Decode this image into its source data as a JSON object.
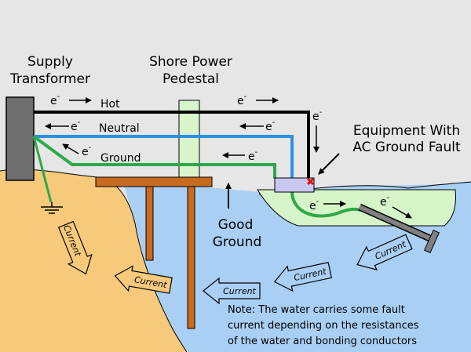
{
  "labels": {
    "supply_line1": "Supply",
    "supply_line2": "Transformer",
    "pedestal_line1": "Shore Power",
    "pedestal_line2": "Pedestal",
    "equip_line1": "Equipment With",
    "equip_line2": "AC Ground Fault",
    "good_line1": "Good",
    "good_line2": "Ground",
    "hot": "Hot",
    "neutral": "Neutral",
    "ground": "Ground",
    "electron": "e",
    "electron_sup": "-",
    "current": "Current"
  },
  "note": {
    "line1": "Note:  The water carries some fault",
    "line2": "current depending on the resistances",
    "line3": "of the water and bonding conductors"
  },
  "colors": {
    "sky": "#e6e6e6",
    "land": "#f7c97a",
    "water": "#a9cff5",
    "hot_wire": "#000000",
    "neutral_wire": "#2f8fe0",
    "ground_wire": "#2ea84a",
    "pier": "#c86a1f",
    "pedestal": "#d8f5cc",
    "boat": "#d5f5c8",
    "transformer": "#6e6e6e",
    "fault_box": "#c8c8f0",
    "fault_mark": "#e01010"
  }
}
